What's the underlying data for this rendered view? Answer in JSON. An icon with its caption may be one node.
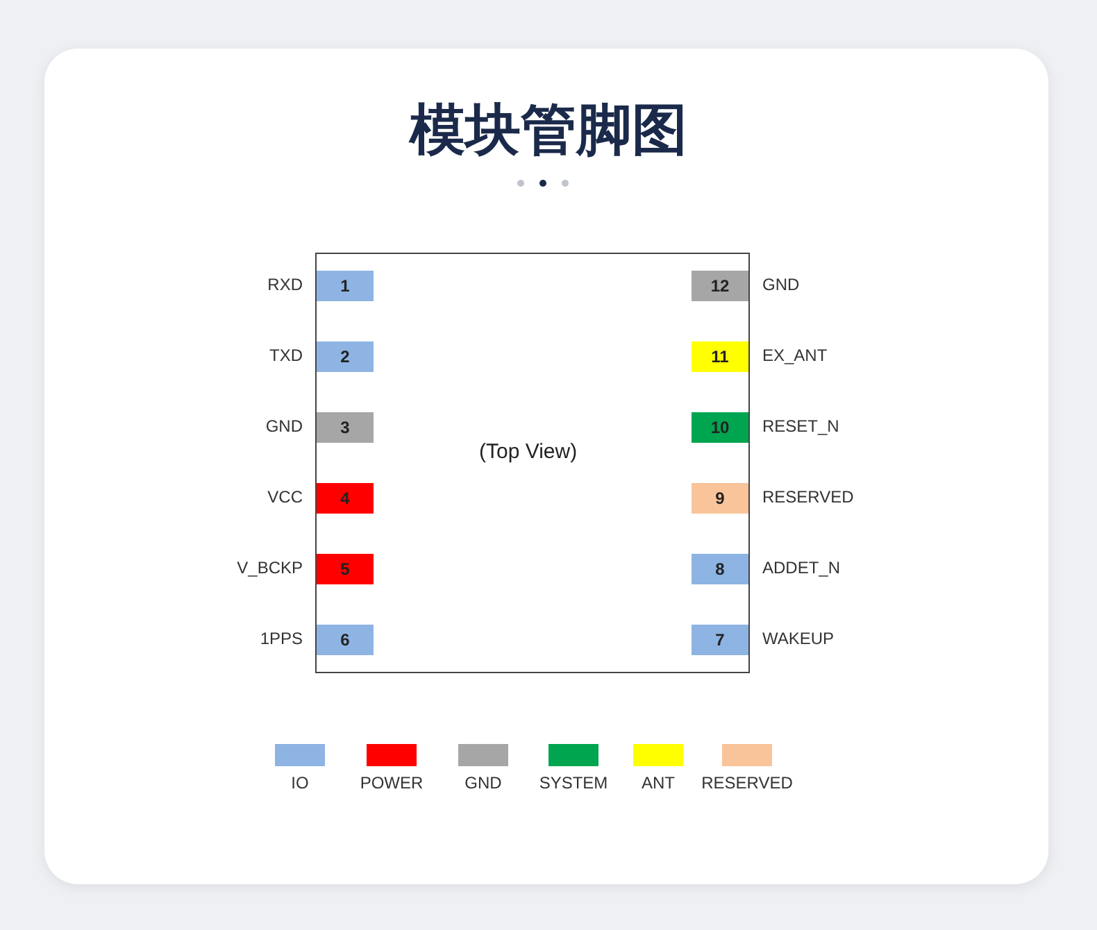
{
  "diagram": {
    "title": "模块管脚图",
    "nodes": [
      {
        "text": [
          "(Top View)"
        ]
      },
      {
        "text": [
          "1"
        ],
        "in": 0,
        "beside": [
          "RXD"
        ]
      },
      {
        "text": [
          "2"
        ],
        "in": 0,
        "beside": [
          "TXD"
        ]
      },
      {
        "text": [
          "3"
        ],
        "in": 0,
        "beside": [
          "GND"
        ]
      },
      {
        "text": [
          "4"
        ],
        "in": 0,
        "beside": [
          "VCC"
        ]
      },
      {
        "text": [
          "5"
        ],
        "in": 0,
        "beside": [
          "V_BCKP"
        ]
      },
      {
        "text": [
          "6"
        ],
        "in": 0,
        "beside": [
          "1PPS"
        ]
      },
      {
        "text": [
          "7"
        ],
        "in": 0,
        "beside": [
          "WAKEUP"
        ]
      },
      {
        "text": [
          "8"
        ],
        "in": 0,
        "beside": [
          "ADDET_N"
        ]
      },
      {
        "text": [
          "9"
        ],
        "in": 0,
        "beside": [
          "RESERVED"
        ]
      },
      {
        "text": [
          "10"
        ],
        "in": 0,
        "beside": [
          "RESET_N"
        ]
      },
      {
        "text": [
          "11"
        ],
        "in": 0,
        "beside": [
          "EX_ANT"
        ]
      },
      {
        "text": [
          "12"
        ],
        "in": 0,
        "beside": [
          "GND"
        ]
      }
    ],
    "legend": [
      {
        "text": "IO",
        "color": "#8eb4e3"
      },
      {
        "text": "POWER",
        "color": "#ff0000"
      },
      {
        "text": "GND",
        "color": "#a6a6a6"
      },
      {
        "text": "SYSTEM",
        "color": "#00a550"
      },
      {
        "text": "ANT",
        "color": "#ffff00"
      },
      {
        "text": "RESERVED",
        "color": "#f9c499"
      }
    ]
  }
}
